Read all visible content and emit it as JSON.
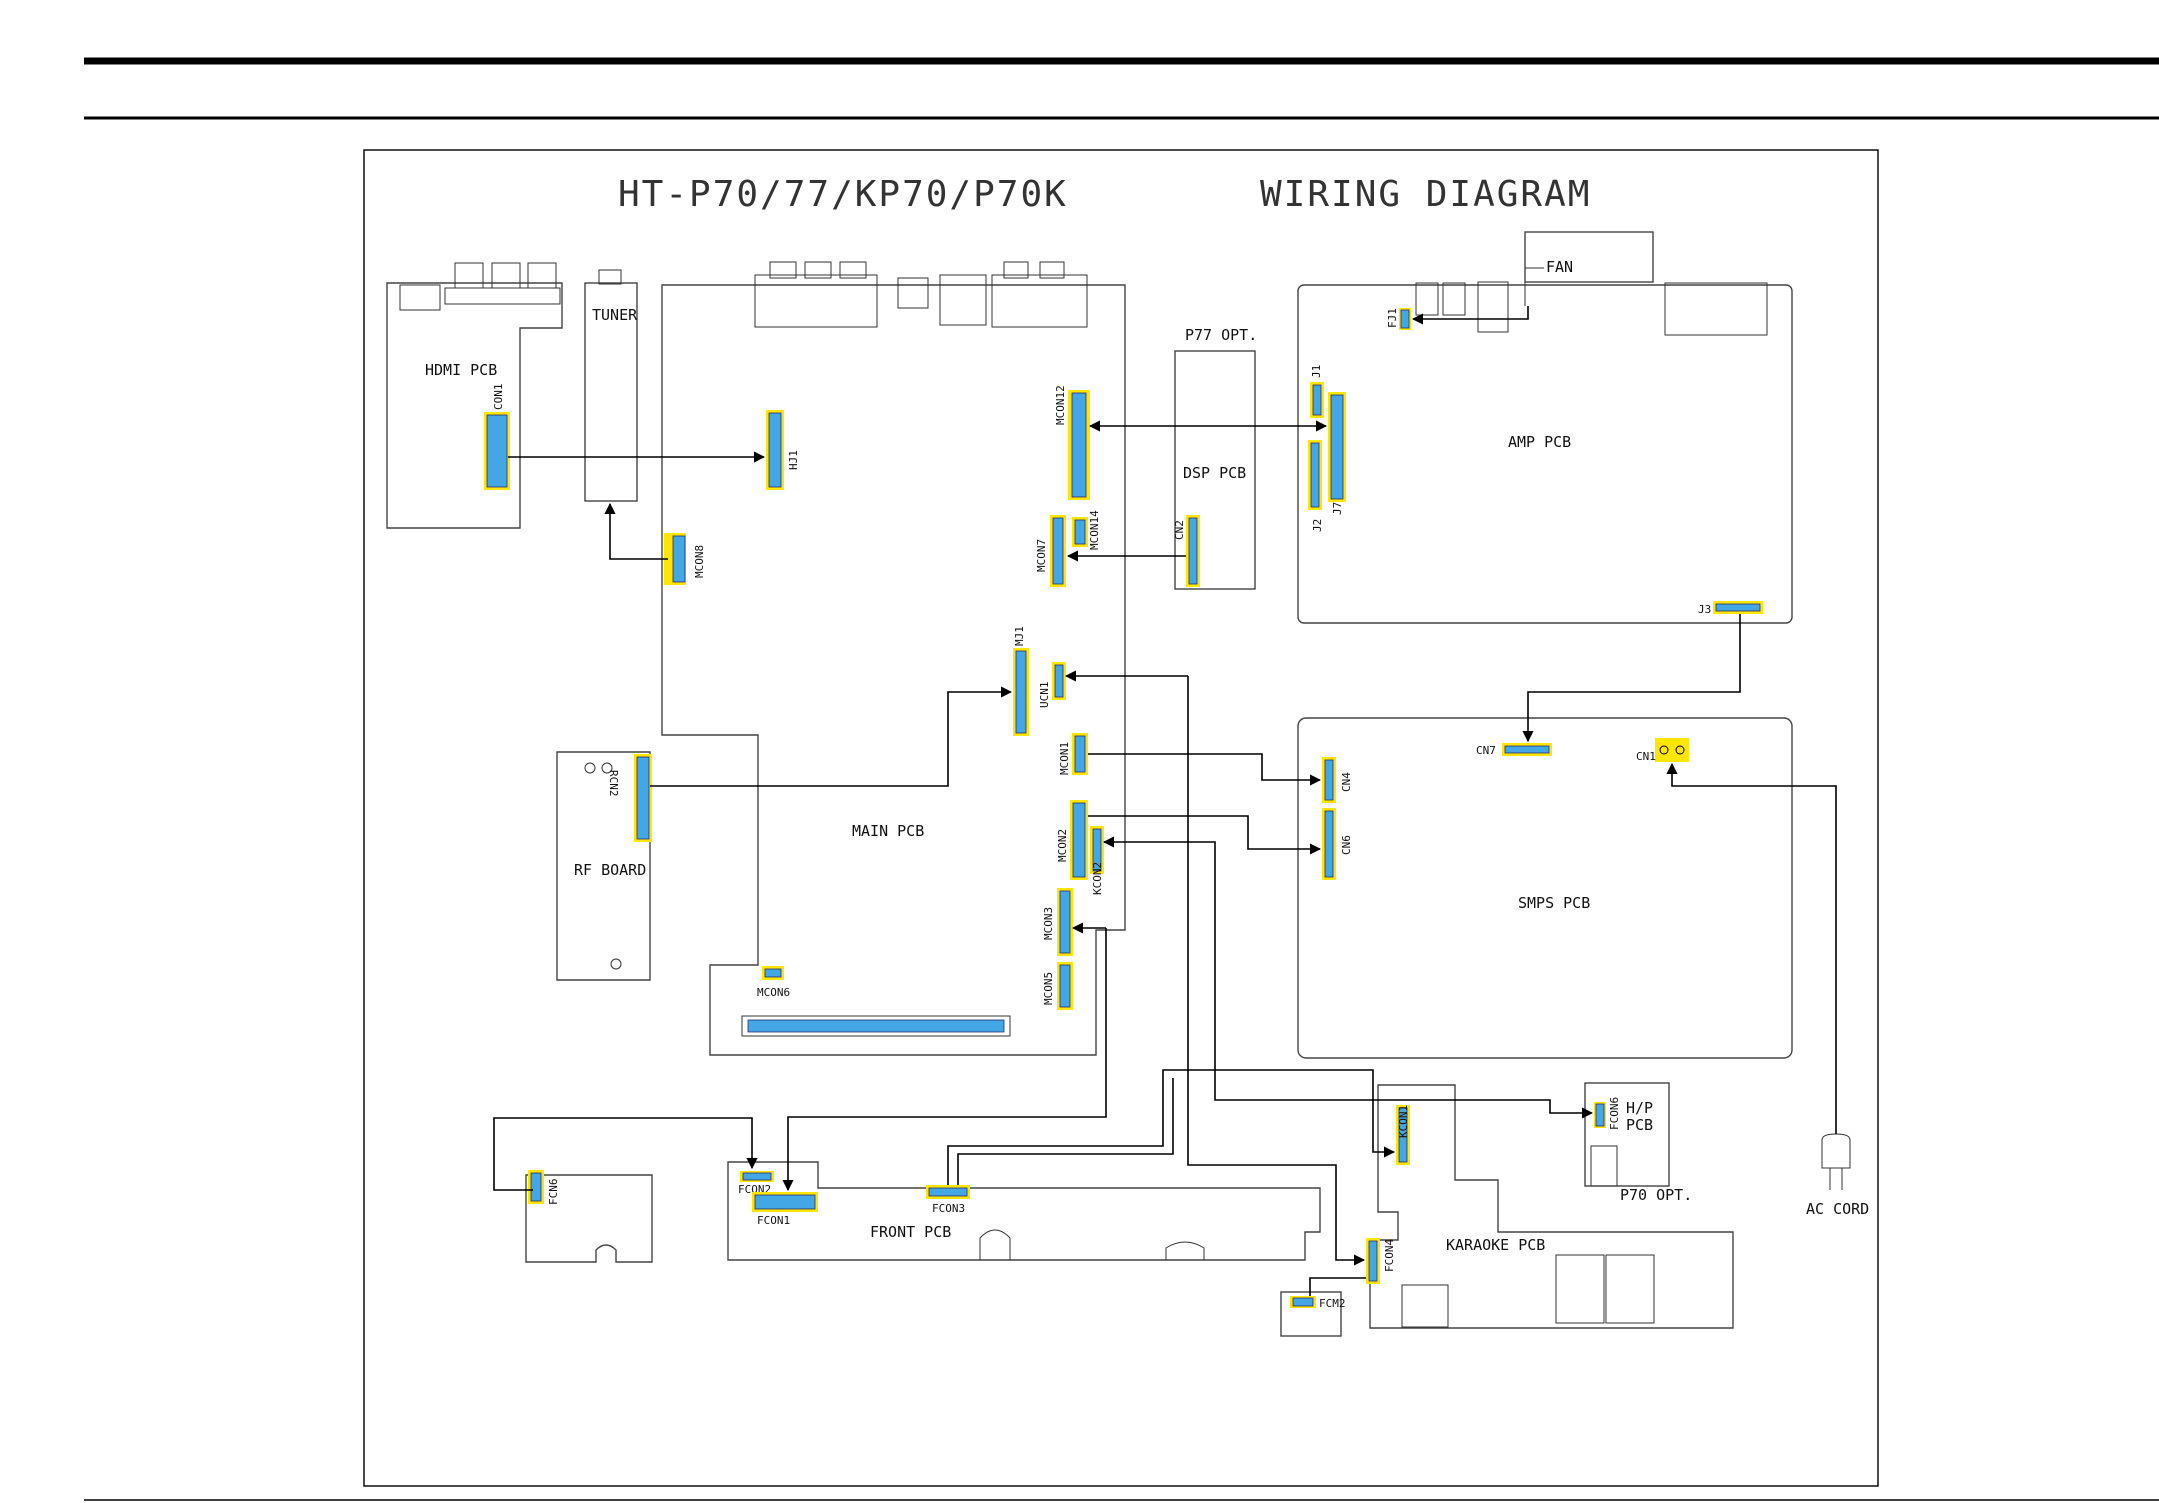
{
  "title": {
    "model": "HT-P70/77/KP70/P70K",
    "heading": "WIRING DIAGRAM"
  },
  "boards": {
    "hdmi": "HDMI PCB",
    "tuner": "TUNER",
    "main": "MAIN PCB",
    "rf": "RF BOARD",
    "dsp": "DSP PCB",
    "dsp_option": "P77 OPT.",
    "amp": "AMP PCB",
    "fan": "FAN",
    "smps": "SMPS PCB",
    "front": "FRONT PCB",
    "karaoke": "KARAOKE PCB",
    "hp": "H/P",
    "hp2": "PCB",
    "hp_option": "P70 OPT.",
    "ac_cord": "AC CORD"
  },
  "connectors": {
    "hdmi_con1": "CON1",
    "hj1": "HJ1",
    "mcon8": "MCON8",
    "mcon12": "MCON12",
    "mcon7": "MCON7",
    "mcon14": "MCON14",
    "dsp_cn2": "CN2",
    "mj1": "MJ1",
    "ucn1": "UCN1",
    "mcon1": "MCON1",
    "mcon2": "MCON2",
    "kcon2": "KCON2",
    "mcon3": "MCON3",
    "mcon5": "MCON5",
    "mcon6": "MCON6",
    "rcn2": "RCN2",
    "amp_j1": "J1",
    "amp_j2": "J2",
    "amp_j7": "J7",
    "amp_j3": "J3",
    "fj1": "FJ1",
    "smps_cn7": "CN7",
    "smps_cn1": "CN1",
    "smps_cn4": "CN4",
    "smps_cn6": "CN6",
    "fcn6": "FCN6",
    "fcon2": "FCON2",
    "fcon1": "FCON1",
    "fcon3": "FCON3",
    "fcon4": "FCON4",
    "fcm2": "FCM2",
    "kcon1": "KCON1",
    "hp_fcon6": "FCON6"
  }
}
